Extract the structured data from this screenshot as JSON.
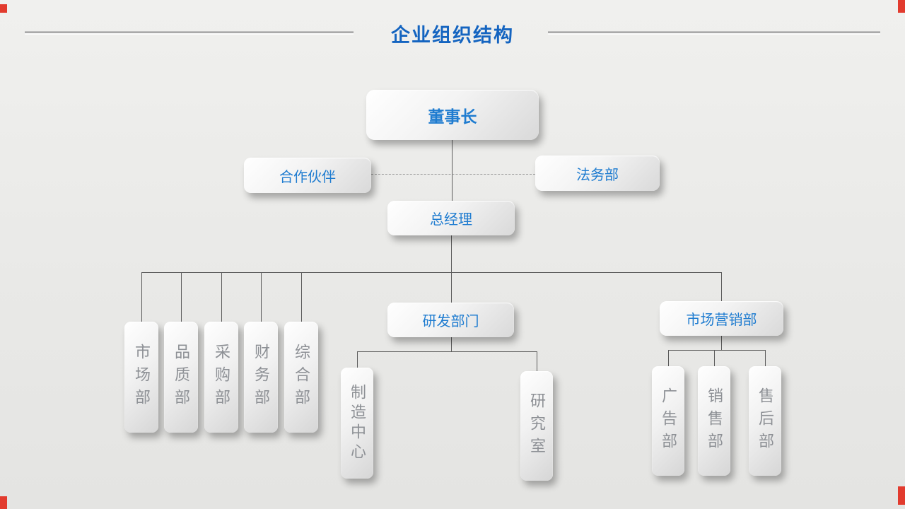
{
  "title": "企业组织结构",
  "org": {
    "chairman": "董事长",
    "partner": "合作伙伴",
    "legal": "法务部",
    "general_manager": "总经理",
    "departments": [
      "市场部",
      "品质部",
      "采购部",
      "财务部",
      "综合部"
    ],
    "rd": {
      "label": "研发部门",
      "children": [
        "制造中心",
        "研究室"
      ]
    },
    "marketing": {
      "label": "市场营销部",
      "children": [
        "广告部",
        "销售部",
        "售后部"
      ]
    }
  },
  "colors": {
    "title_blue": "#1464c0",
    "node_blue": "#1f7cd0",
    "muted_gray": "#8d9095",
    "accent_red": "#e23b2e",
    "connector_gray": "#5b5b5b"
  }
}
